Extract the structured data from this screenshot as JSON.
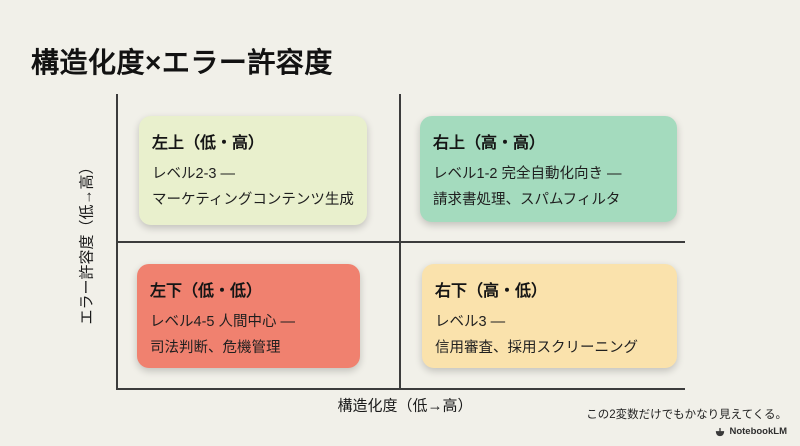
{
  "title": "構造化度×エラー許容度",
  "axes": {
    "y_label": "エラー許容度（低→高）",
    "x_label": "構造化度（低→高）"
  },
  "quadrants": {
    "top_left": {
      "title": "左上（低・高）",
      "body_line1": "レベル2-3 —",
      "body_line2": "マーケティングコンテンツ生成",
      "bg": "#E9F0CD"
    },
    "top_right": {
      "title": "右上（高・高）",
      "body_line1": "レベル1-2 完全自動化向き —",
      "body_line2": "請求書処理、スパムフィルタ",
      "bg": "#A4DBBE"
    },
    "bottom_left": {
      "title": "左下（低・低）",
      "body_line1": "レベル4-5 人間中心 —",
      "body_line2": "司法判断、危機管理",
      "bg": "#F0816F"
    },
    "bottom_right": {
      "title": "右下（高・低）",
      "body_line1": "レベル3 —",
      "body_line2": "信用審査、採用スクリーニング",
      "bg": "#FAE2AC"
    }
  },
  "footer": {
    "caption": "この2変数だけでもかなり見えてくる。",
    "brand": "NotebookLM",
    "brand_icon": "notebooklm-logo"
  },
  "colors": {
    "background": "#F1F0E9",
    "axis_line": "#3C3C3C",
    "title_text": "#121212",
    "body_text": "#1F1F1F"
  }
}
